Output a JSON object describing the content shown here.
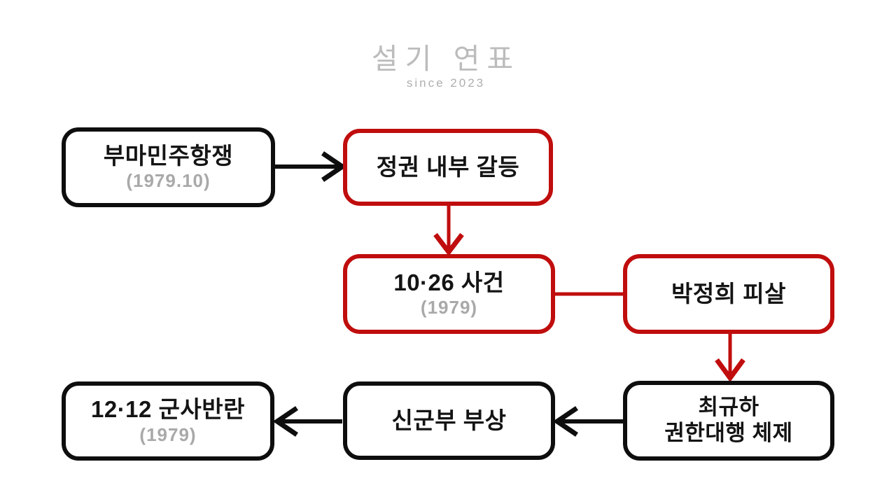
{
  "watermark": {
    "title": "설기 연표",
    "subtitle": "since 2023"
  },
  "colors": {
    "black": "#0e0e0e",
    "red": "#c00d0d",
    "text": "#141414",
    "year_gray": "#a9a9a9",
    "watermark_gray": "#bcbcbc"
  },
  "nodes": {
    "buma": {
      "label": "부마민주항쟁",
      "year": "(1979.10)",
      "accent": "black"
    },
    "conflict": {
      "label": "정권 내부 갈등",
      "accent": "red"
    },
    "incident": {
      "label": "10·26 사건",
      "year": "(1979)",
      "accent": "red"
    },
    "assassination": {
      "label": "박정희 피살",
      "accent": "red"
    },
    "acting": {
      "line1": "최규하",
      "line2": "권한대행 체제",
      "accent": "black"
    },
    "rise": {
      "label": "신군부 부상",
      "accent": "black"
    },
    "coup": {
      "label": "12·12 군사반란",
      "year": "(1979)",
      "accent": "black"
    }
  },
  "edges": [
    {
      "from": "buma",
      "to": "conflict",
      "color": "black",
      "arrowhead": true
    },
    {
      "from": "conflict",
      "to": "incident",
      "color": "red",
      "arrowhead": true
    },
    {
      "from": "incident",
      "to": "assassination",
      "color": "red",
      "arrowhead": false
    },
    {
      "from": "assassination",
      "to": "acting",
      "color": "red",
      "arrowhead": true
    },
    {
      "from": "acting",
      "to": "rise",
      "color": "black",
      "arrowhead": true
    },
    {
      "from": "rise",
      "to": "coup",
      "color": "black",
      "arrowhead": true
    }
  ]
}
